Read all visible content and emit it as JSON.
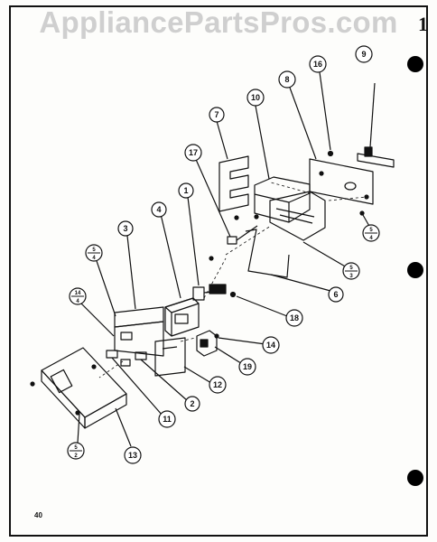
{
  "watermark": "AppliancePartsPros.com",
  "corner_mark": "1",
  "page_number": "40",
  "callouts": [
    {
      "id": "c7",
      "text": "7"
    },
    {
      "id": "c10",
      "text": "10"
    },
    {
      "id": "c8",
      "text": "8"
    },
    {
      "id": "c16",
      "text": "16"
    },
    {
      "id": "c9",
      "text": "9"
    },
    {
      "id": "c17",
      "text": "17"
    },
    {
      "id": "c1",
      "text": "1"
    },
    {
      "id": "c4",
      "text": "4"
    },
    {
      "id": "c3",
      "text": "3"
    },
    {
      "id": "c6",
      "text": "6"
    },
    {
      "id": "c18",
      "text": "18"
    },
    {
      "id": "c14",
      "text": "14"
    },
    {
      "id": "c19",
      "text": "19"
    },
    {
      "id": "c12",
      "text": "12"
    },
    {
      "id": "c2",
      "text": "2"
    },
    {
      "id": "c11",
      "text": "11"
    },
    {
      "id": "c13",
      "text": "13"
    }
  ],
  "fraction_callouts": [
    {
      "id": "f1",
      "top": "5",
      "bottom": "4"
    },
    {
      "id": "f2",
      "top": "5",
      "bottom": "3"
    },
    {
      "id": "f3",
      "top": "5",
      "bottom": "4"
    },
    {
      "id": "f4",
      "top": "14",
      "bottom": "4"
    },
    {
      "id": "f5",
      "top": "5",
      "bottom": "2"
    }
  ],
  "colors": {
    "line": "#111111",
    "watermark": "#cfcfcf",
    "punch_hole": "#000000"
  }
}
